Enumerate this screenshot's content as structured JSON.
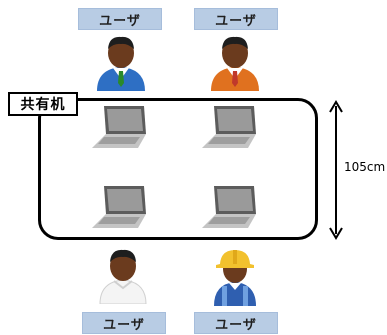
{
  "users": {
    "top_left_label": "ユーザ",
    "top_right_label": "ユーザ",
    "bottom_left_label": "ユーザ",
    "bottom_right_label": "ユーザ"
  },
  "shared_desk": {
    "label": "共有机"
  },
  "dimension": {
    "label": "105cm"
  },
  "colors": {
    "label_fill": "#b8cce4",
    "suit_blue": "#2e6fc4",
    "suit_orange": "#e0711f",
    "tie_green": "#2a8a2a",
    "tie_red": "#c0392b",
    "helmet_yellow": "#f2c12e",
    "skin_dark": "#6b3b1e",
    "laptop_gray": "#7a7a7a"
  }
}
